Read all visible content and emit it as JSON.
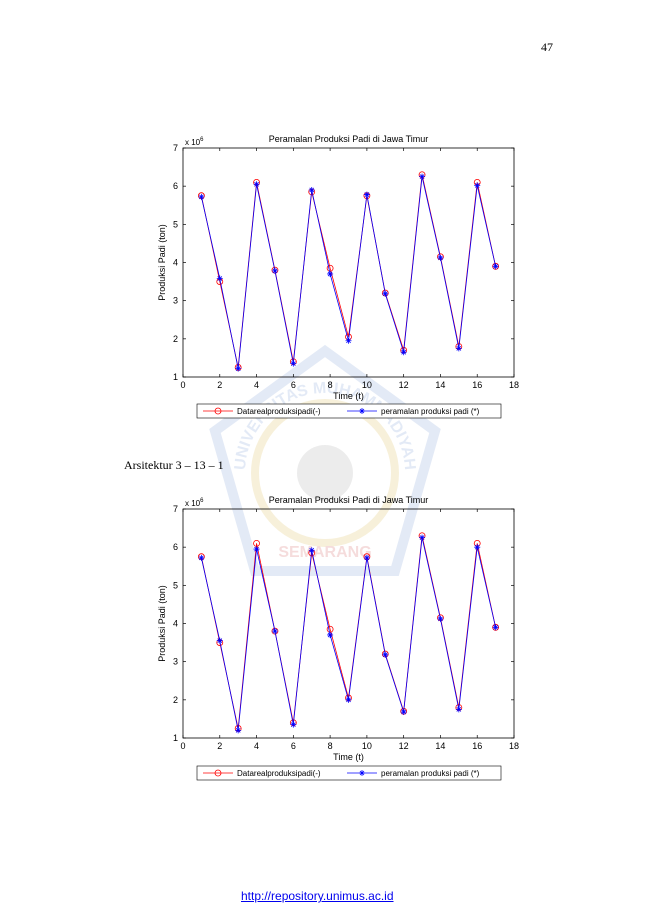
{
  "page": {
    "number": "47",
    "caption": "Arsitektur 3 – 13 – 1",
    "footer_link": "http://repository.unimus.ac.id",
    "watermark_text_top": "UNIVERSITAS MUHAMMADIYAH",
    "watermark_text_bottom": "SEMARANG"
  },
  "chart_data": [
    {
      "type": "line",
      "title": "Peramalan Produksi Padi di Jawa Timur",
      "xlabel": "Time (t)",
      "ylabel": "Produksi Padi (ton)",
      "y_multiplier": "x 10",
      "y_multiplier_exp": "6",
      "xlim": [
        0,
        18
      ],
      "ylim": [
        1,
        7
      ],
      "xticks": [
        0,
        2,
        4,
        6,
        8,
        10,
        12,
        14,
        16,
        18
      ],
      "yticks": [
        1,
        2,
        3,
        4,
        5,
        6,
        7
      ],
      "grid": false,
      "legend_position": "bottom-outside",
      "series": [
        {
          "name": "Datarealproduksipadi(-)",
          "color": "#ff0000",
          "marker": "circle",
          "x": [
            1,
            2,
            3,
            4,
            5,
            6,
            7,
            8,
            9,
            10,
            11,
            12,
            13,
            14,
            15,
            16,
            17
          ],
          "y": [
            5.75,
            3.5,
            1.25,
            6.1,
            3.8,
            1.4,
            5.85,
            3.85,
            2.05,
            5.75,
            3.2,
            1.7,
            6.3,
            4.15,
            1.8,
            6.1,
            3.9
          ]
        },
        {
          "name": "peramalan produksi padi (*)",
          "color": "#0000ff",
          "marker": "star",
          "x": [
            1,
            2,
            3,
            4,
            5,
            6,
            7,
            8,
            9,
            10,
            11,
            12,
            13,
            14,
            15,
            16,
            17
          ],
          "y": [
            5.72,
            3.58,
            1.22,
            6.05,
            3.78,
            1.35,
            5.9,
            3.7,
            1.95,
            5.78,
            3.18,
            1.65,
            6.25,
            4.12,
            1.75,
            6.02,
            3.9
          ]
        }
      ]
    },
    {
      "type": "line",
      "title": "Peramalan Produksi Padi di Jawa Timur",
      "xlabel": "Time (t)",
      "ylabel": "Produksi Padi (ton)",
      "y_multiplier": "x 10",
      "y_multiplier_exp": "6",
      "xlim": [
        0,
        18
      ],
      "ylim": [
        1,
        7
      ],
      "xticks": [
        0,
        2,
        4,
        6,
        8,
        10,
        12,
        14,
        16,
        18
      ],
      "yticks": [
        1,
        2,
        3,
        4,
        5,
        6,
        7
      ],
      "grid": false,
      "legend_position": "bottom-outside",
      "series": [
        {
          "name": "Datarealproduksipadi(-)",
          "color": "#ff0000",
          "marker": "circle",
          "x": [
            1,
            2,
            3,
            4,
            5,
            6,
            7,
            8,
            9,
            10,
            11,
            12,
            13,
            14,
            15,
            16,
            17
          ],
          "y": [
            5.75,
            3.5,
            1.25,
            6.1,
            3.8,
            1.4,
            5.85,
            3.85,
            2.05,
            5.75,
            3.2,
            1.7,
            6.3,
            4.15,
            1.8,
            6.1,
            3.9
          ]
        },
        {
          "name": "peramalan produksi padi (*)",
          "color": "#0000ff",
          "marker": "star",
          "x": [
            1,
            2,
            3,
            4,
            5,
            6,
            7,
            8,
            9,
            10,
            11,
            12,
            13,
            14,
            15,
            16,
            17
          ],
          "y": [
            5.72,
            3.55,
            1.2,
            5.95,
            3.8,
            1.35,
            5.92,
            3.7,
            2.0,
            5.72,
            3.18,
            1.68,
            6.25,
            4.12,
            1.75,
            6.0,
            3.9
          ]
        }
      ]
    }
  ]
}
